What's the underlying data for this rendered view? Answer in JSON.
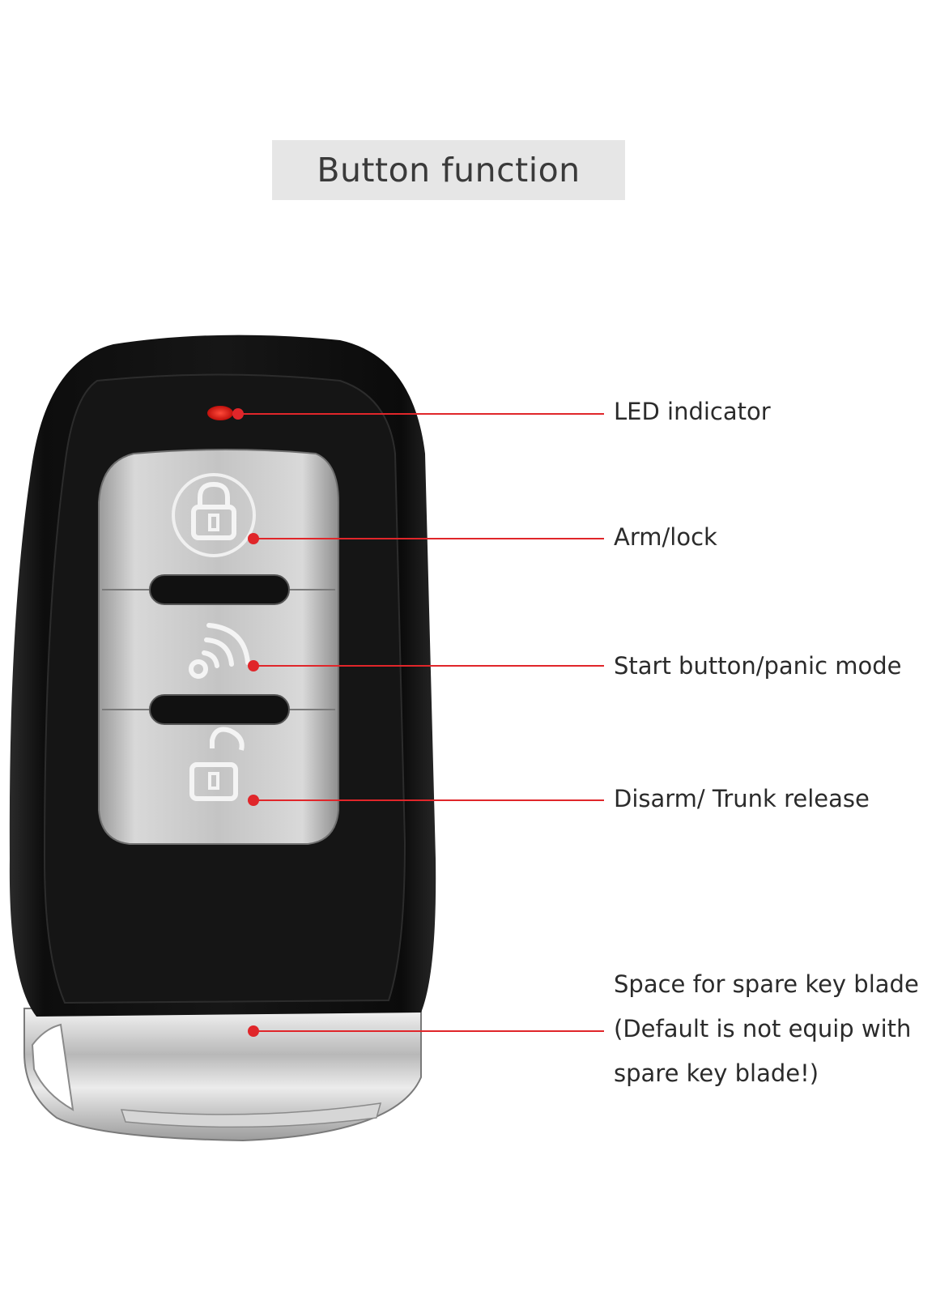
{
  "title": "Button function",
  "colors": {
    "accent": "#e0262a",
    "title_bg": "#e6e6e6",
    "fob_body": "#111111",
    "button_silver": "#c9c9c9"
  },
  "icons": [
    "lock-icon",
    "signal-icon",
    "unlock-icon"
  ],
  "callouts": {
    "led": "LED indicator",
    "arm": "Arm/lock",
    "start": "Start button/panic mode",
    "disarm": "Disarm/ Trunk release",
    "spare_line1": "Space for spare key blade",
    "spare_line2": "(Default is not equip with",
    "spare_line3": "spare key blade!)"
  }
}
